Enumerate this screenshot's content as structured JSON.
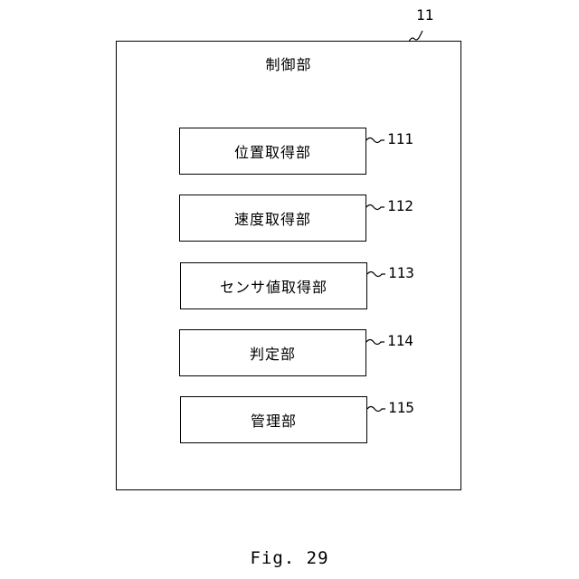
{
  "figure": {
    "outer_label": "制御部",
    "outer_ref": "11",
    "blocks": [
      {
        "label": "位置取得部",
        "ref": "111"
      },
      {
        "label": "速度取得部",
        "ref": "112"
      },
      {
        "label": "センサ値取得部",
        "ref": "113"
      },
      {
        "label": "判定部",
        "ref": "114"
      },
      {
        "label": "管理部",
        "ref": "115"
      }
    ],
    "caption": "Fig. 29"
  }
}
